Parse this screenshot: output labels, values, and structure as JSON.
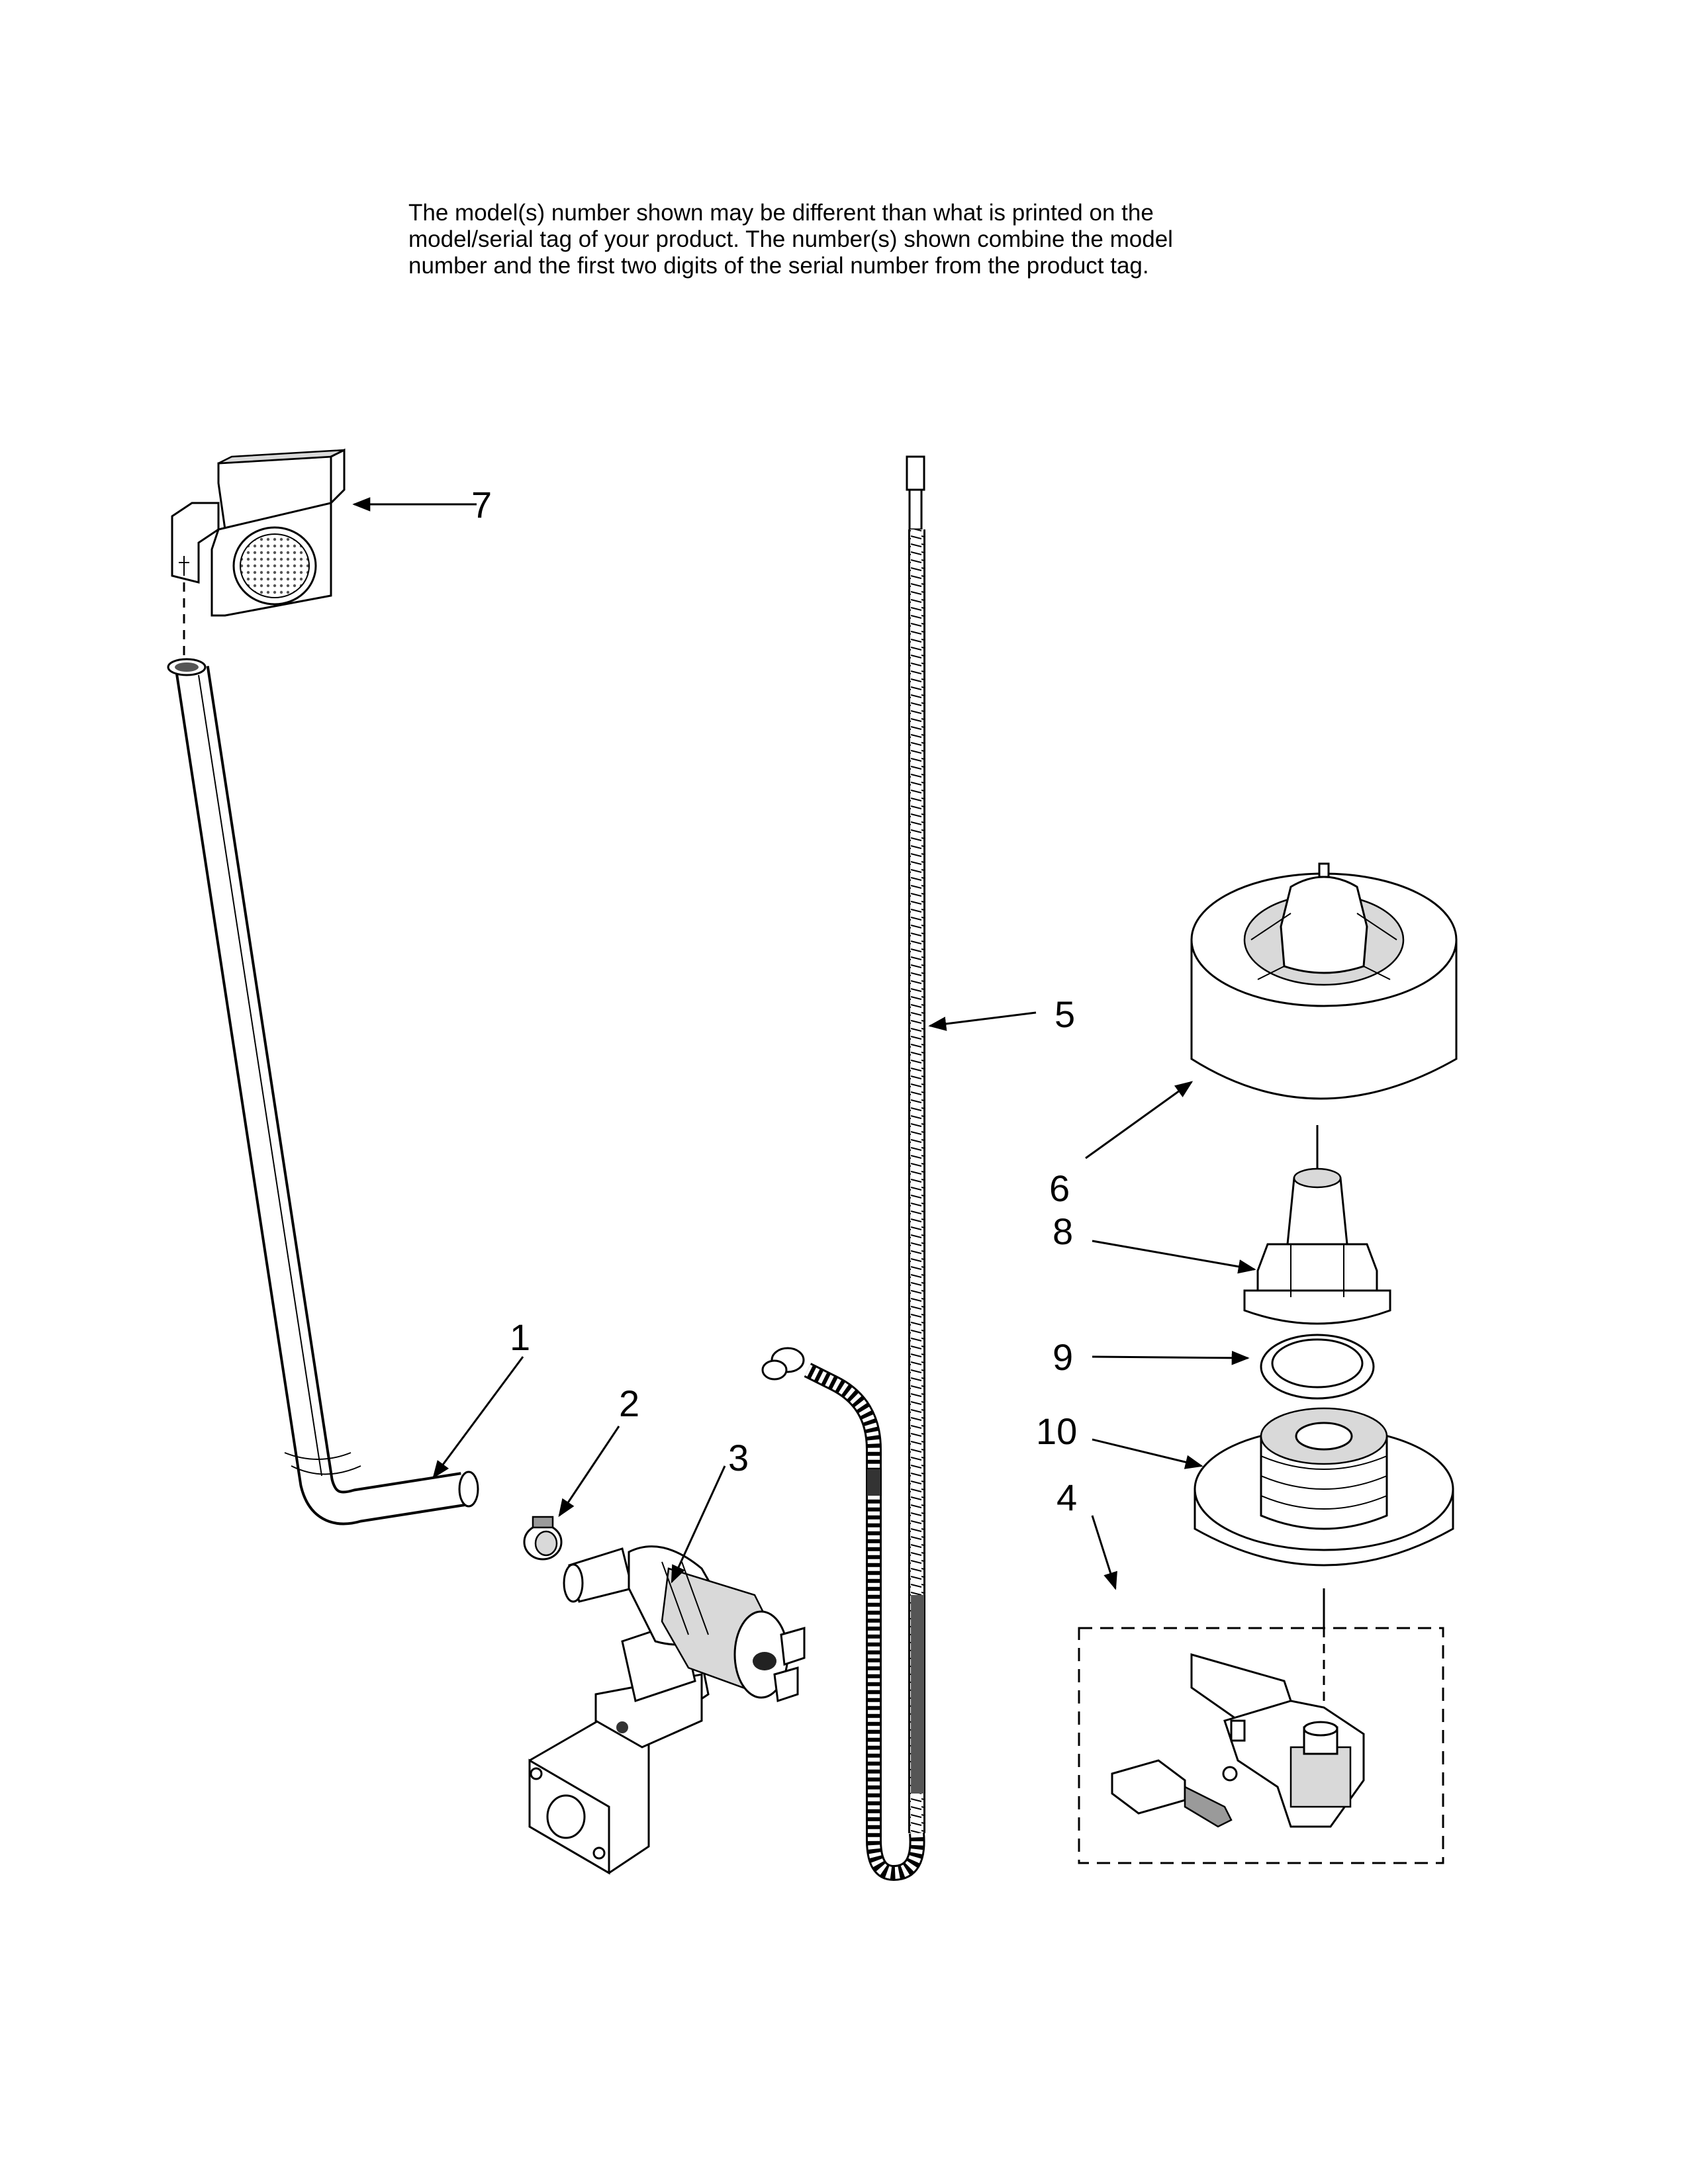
{
  "note": {
    "line1": "The model(s) number shown may be different than what is printed on the",
    "line2": "model/serial tag of your product. The number(s) shown combine the model",
    "line3": "number and the first two digits of the serial number from the product tag."
  },
  "callouts": {
    "c1": "1",
    "c2": "2",
    "c3": "3",
    "c4": "4",
    "c5": "5",
    "c6": "6",
    "c7": "7",
    "c8": "8",
    "c9": "9",
    "c10": "10"
  }
}
